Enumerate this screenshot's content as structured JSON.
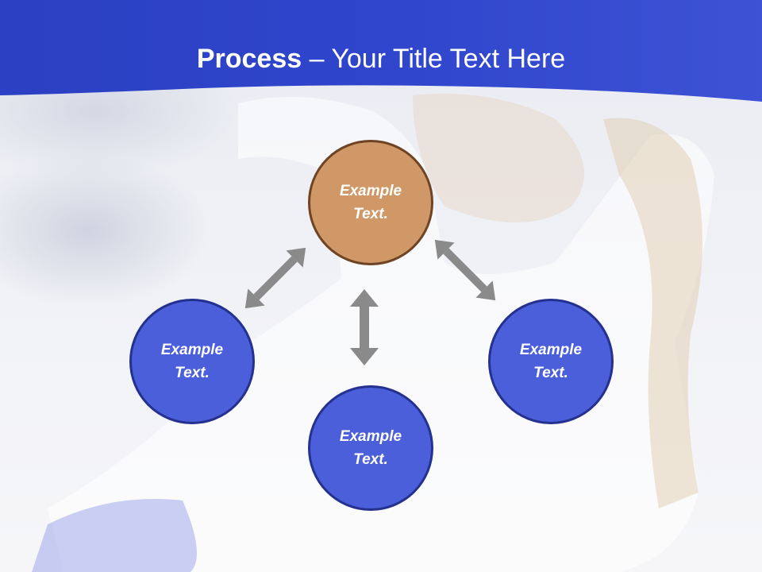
{
  "slide": {
    "title_bold": "Process",
    "title_rest": " – Your Title Text Here"
  },
  "diagram": {
    "nodes": [
      {
        "id": "top",
        "line1": "Example",
        "line2": "Text."
      },
      {
        "id": "left",
        "line1": "Example",
        "line2": "Text."
      },
      {
        "id": "right",
        "line1": "Example",
        "line2": "Text."
      },
      {
        "id": "bottom",
        "line1": "Example",
        "line2": "Text."
      }
    ]
  },
  "colors": {
    "header_blue": "#2f43c8",
    "node_blue": "#4a5fd9",
    "node_blue_border": "#24318f",
    "node_orange": "#cf9866",
    "node_orange_border": "#6e4424",
    "arrow_gray": "#8a8a8a"
  }
}
